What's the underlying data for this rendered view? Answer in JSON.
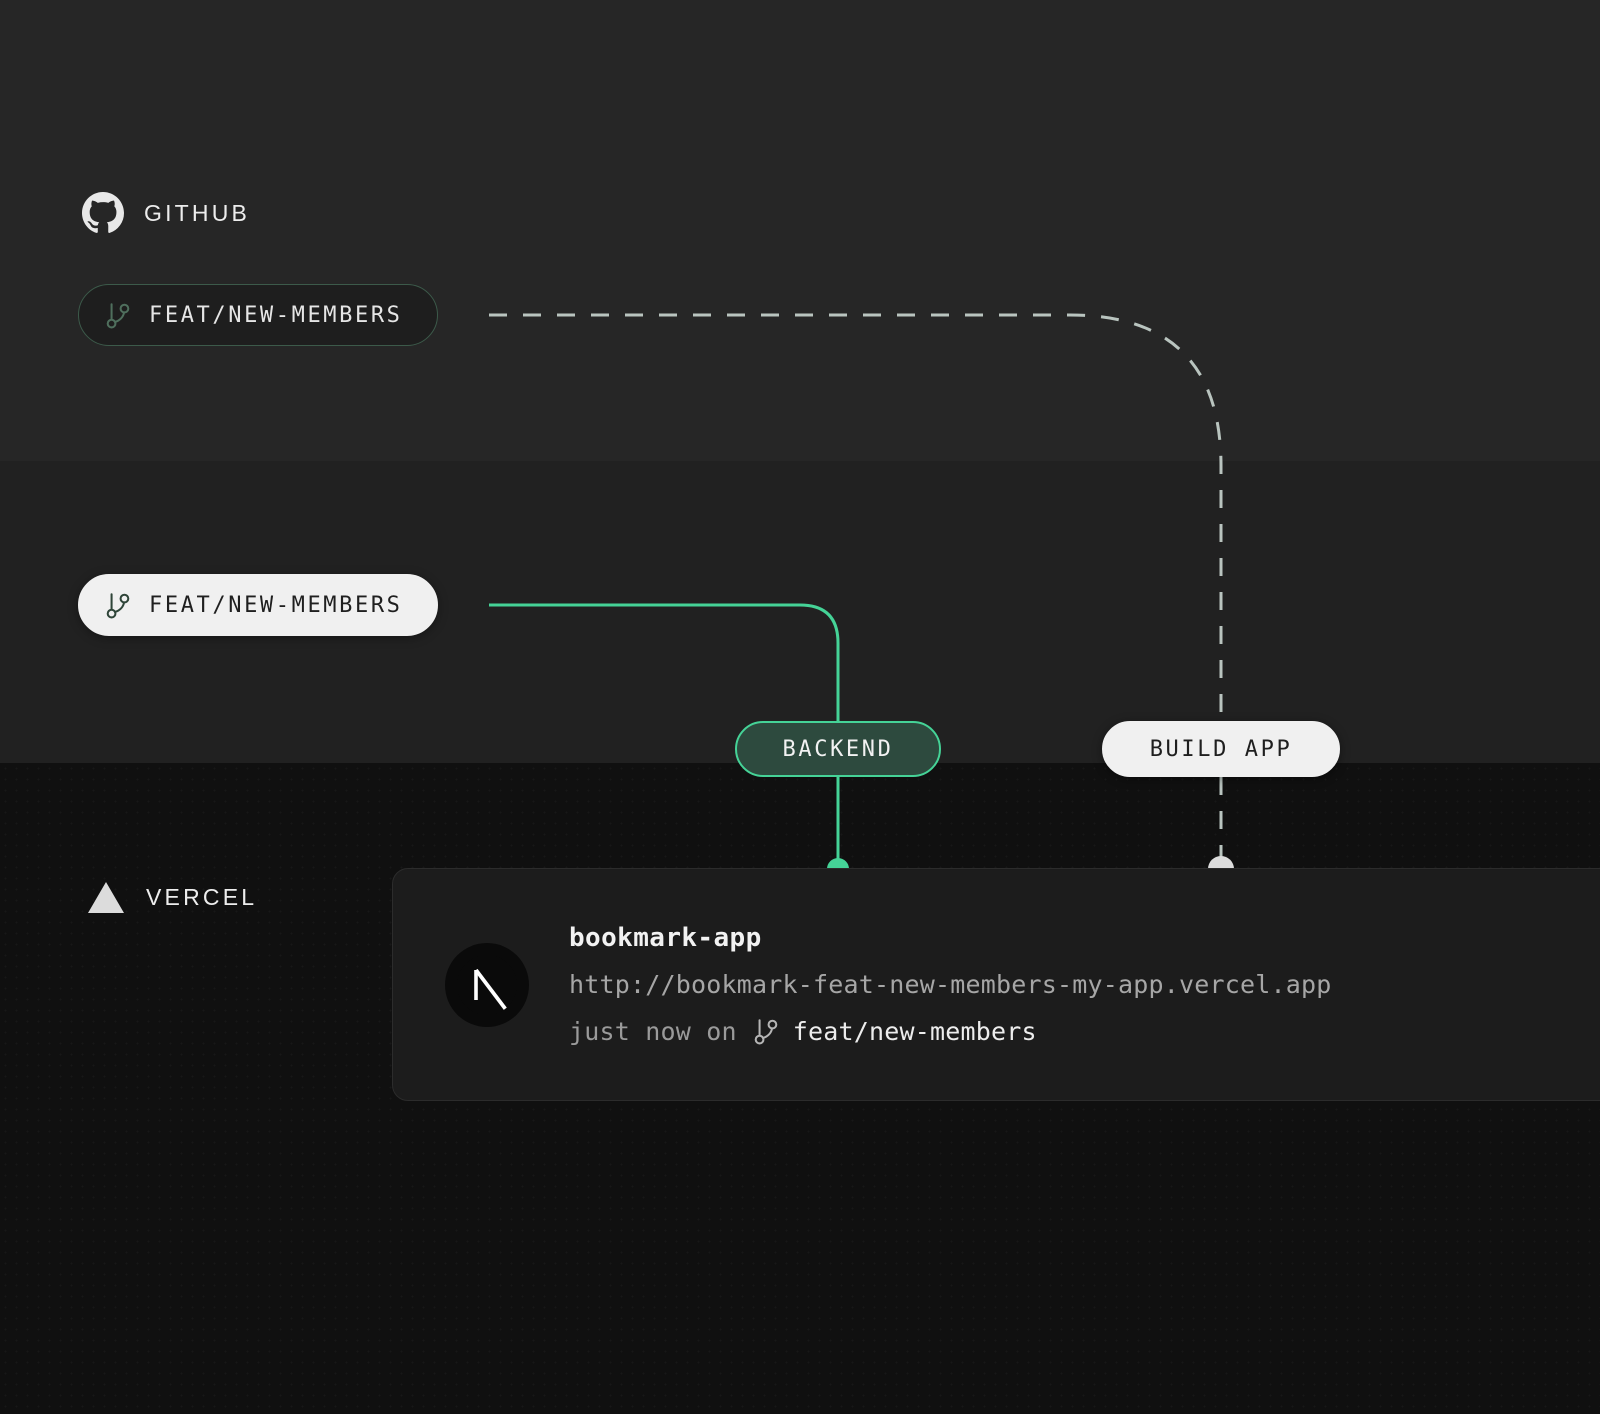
{
  "platforms": {
    "github": {
      "label": "GITHUB",
      "icon": "github-logo"
    },
    "vercel": {
      "label": "VERCEL",
      "icon": "vercel-triangle-logo"
    }
  },
  "branch_pills": [
    {
      "label": "FEAT/NEW-MEMBERS",
      "icon": "git-branch-icon",
      "style": "outline"
    },
    {
      "label": "FEAT/NEW-MEMBERS",
      "icon": "git-branch-icon",
      "style": "solid"
    }
  ],
  "nodes": [
    {
      "label": "BACKEND",
      "state": "active-green"
    },
    {
      "label": "BUILD APP",
      "state": "default-light"
    }
  ],
  "deployment": {
    "framework_icon": "nextjs-logo",
    "project": "bookmark-app",
    "url": "http://bookmark-feat-new-members-my-app.vercel.app",
    "time": "just now on",
    "branch": "feat/new-members",
    "branch_icon": "git-branch-icon"
  },
  "colors": {
    "accent_green": "#45d397",
    "node_green_fill": "#2d4a3e",
    "light_pill": "#f0f0f0",
    "band_top": "#262626",
    "band_mid": "#212121",
    "band_bottom": "#101010",
    "dashed_wire": "#b9c4bf",
    "card_bg": "#1c1c1c"
  }
}
